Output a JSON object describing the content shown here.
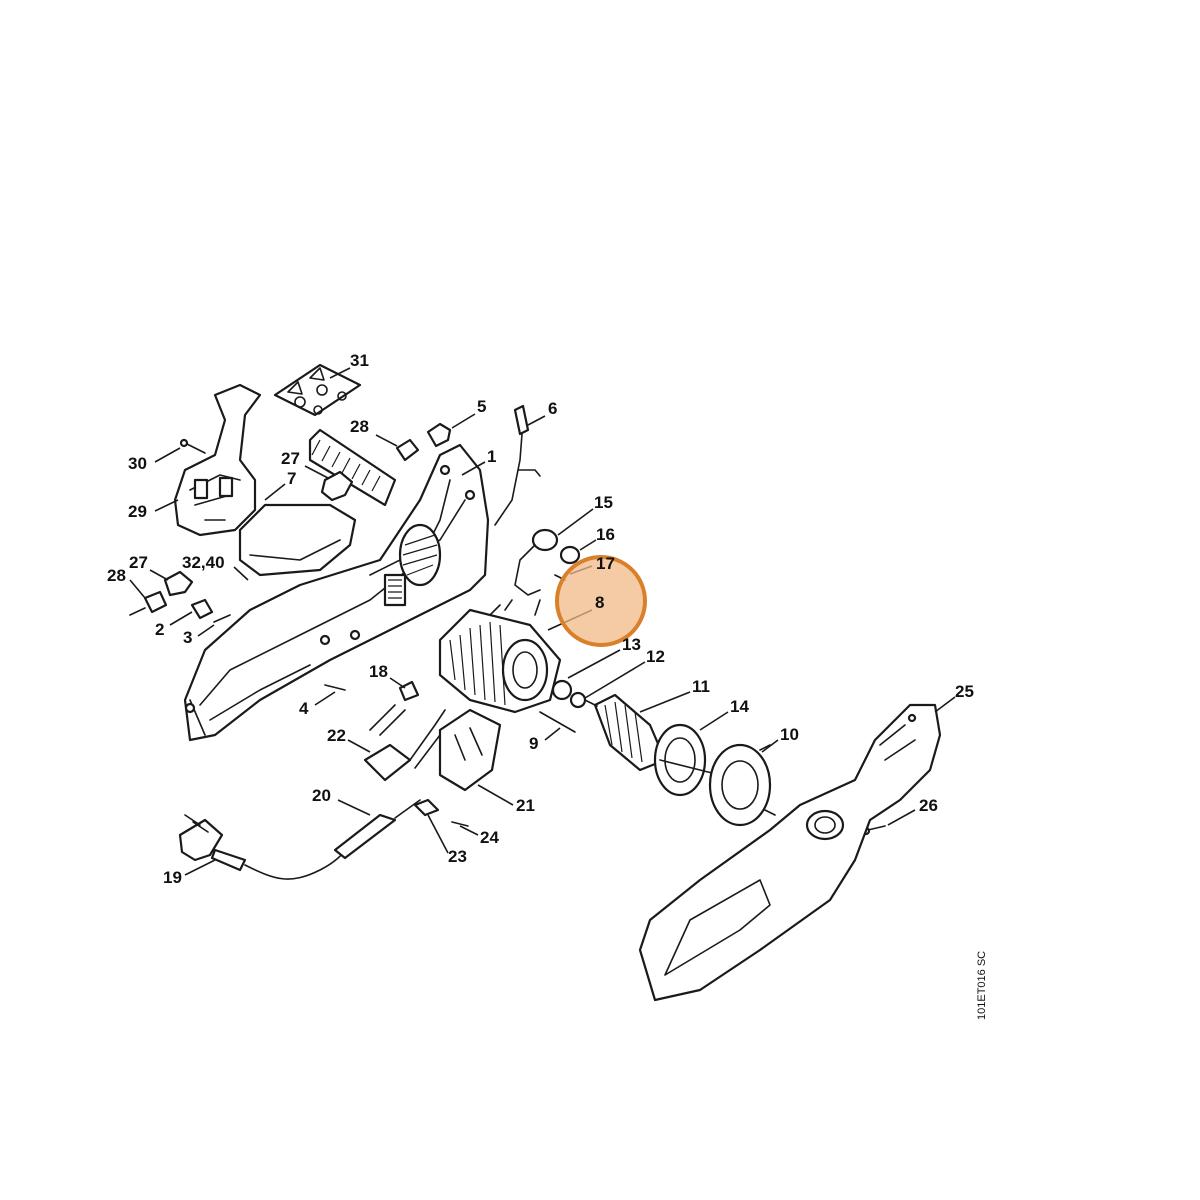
{
  "diagram": {
    "drawing_id": "101ET016 SC",
    "highlight_color": "#f2b988",
    "highlight_stroke": "#d9802a",
    "callouts": [
      {
        "id": "c31",
        "text": "31"
      },
      {
        "id": "c5",
        "text": "5"
      },
      {
        "id": "c6",
        "text": "6"
      },
      {
        "id": "c28a",
        "text": "28"
      },
      {
        "id": "c30",
        "text": "30"
      },
      {
        "id": "c27a",
        "text": "27"
      },
      {
        "id": "c7",
        "text": "7"
      },
      {
        "id": "c1",
        "text": "1"
      },
      {
        "id": "c29",
        "text": "29"
      },
      {
        "id": "c15",
        "text": "15"
      },
      {
        "id": "c16",
        "text": "16"
      },
      {
        "id": "c17",
        "text": "17"
      },
      {
        "id": "c8",
        "text": "8"
      },
      {
        "id": "c27b",
        "text": "27"
      },
      {
        "id": "c3240",
        "text": "32,40"
      },
      {
        "id": "c28b",
        "text": "28"
      },
      {
        "id": "c2",
        "text": "2"
      },
      {
        "id": "c3",
        "text": "3"
      },
      {
        "id": "c13",
        "text": "13"
      },
      {
        "id": "c12",
        "text": "12"
      },
      {
        "id": "c18",
        "text": "18"
      },
      {
        "id": "c11",
        "text": "11"
      },
      {
        "id": "c25",
        "text": "25"
      },
      {
        "id": "c4",
        "text": "4"
      },
      {
        "id": "c14",
        "text": "14"
      },
      {
        "id": "c22",
        "text": "22"
      },
      {
        "id": "c9",
        "text": "9"
      },
      {
        "id": "c10",
        "text": "10"
      },
      {
        "id": "c20",
        "text": "20"
      },
      {
        "id": "c21",
        "text": "21"
      },
      {
        "id": "c26",
        "text": "26"
      },
      {
        "id": "c24",
        "text": "24"
      },
      {
        "id": "c23",
        "text": "23"
      },
      {
        "id": "c19",
        "text": "19"
      }
    ]
  }
}
